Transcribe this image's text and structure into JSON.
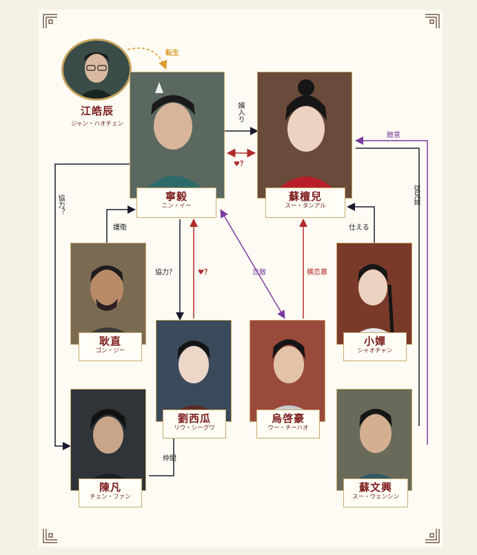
{
  "colors": {
    "dark": "#1a1a2e",
    "red": "#b02a2a",
    "purple": "#7a3aa0",
    "gold": "#d99a2b",
    "name": "#7a1a1a"
  },
  "reincarnated": {
    "name": "江皓辰",
    "kana": "ジャン・ハオチェン",
    "label": "転生"
  },
  "characters": {
    "ning_yi": {
      "name": "寧毅",
      "kana": "ニン・イー"
    },
    "su_tanr": {
      "name": "蘇檀兒",
      "kana": "スー・タンアル"
    },
    "geng_zhi": {
      "name": "耿直",
      "kana": "ゴン・ジー"
    },
    "liu_xigua": {
      "name": "劉西瓜",
      "kana": "リウ・シーグワ"
    },
    "wu_qihao": {
      "name": "烏啓豪",
      "kana": "ウー・チーハオ"
    },
    "xiao_chan": {
      "name": "小嬋",
      "kana": "シャオチャン"
    },
    "chen_fan": {
      "name": "陳凡",
      "kana": "チェン・ファン"
    },
    "su_wenxing": {
      "name": "蘇文興",
      "kana": "スー・ウェンシン"
    }
  },
  "relations": {
    "marry": "婿入り",
    "love_q": "♥？",
    "rivalry": "敵意",
    "cousins": "従兄妹",
    "cooperate_v": "協力？",
    "guard": "護衛",
    "cooperate": "協力？",
    "love_q2": "♥？",
    "love_rival": "恋敵",
    "one_sided": "横恋慕",
    "serve": "仕える",
    "companion": "仲間"
  }
}
